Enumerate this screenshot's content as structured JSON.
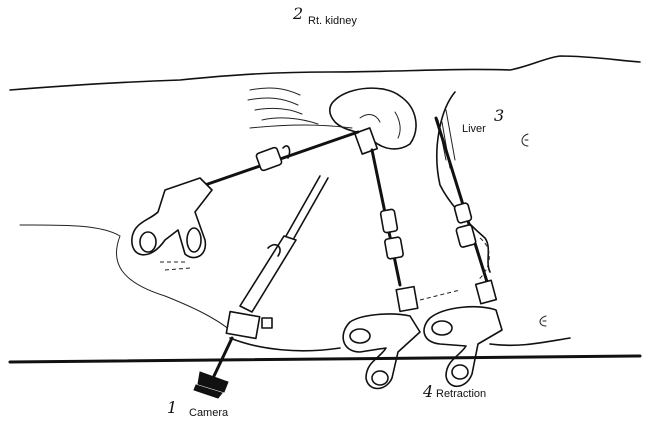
{
  "labels": {
    "kidney": "Rt. kidney",
    "liver": "Liver",
    "camera": "Camera",
    "retraction": "Retraction"
  },
  "numbers": {
    "n1": "1",
    "n2": "2",
    "n3": "3",
    "n4": "4"
  }
}
